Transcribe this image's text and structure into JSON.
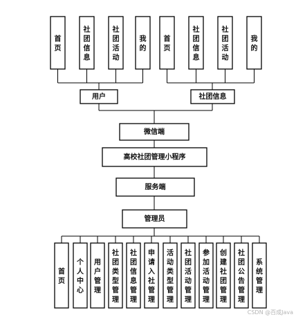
{
  "top_left_pages": [
    "首页",
    "社团信息",
    "社团活动",
    "我的"
  ],
  "top_right_pages": [
    "首页",
    "社团信息",
    "社团活动",
    "我的"
  ],
  "user_label": "用户",
  "club_info_label": "社团信息",
  "client_label": "微信端",
  "app_label": "高校社团管理小程序",
  "server_label": "服务端",
  "admin_label": "管理员",
  "admin_modules": [
    "首页",
    "个人中心",
    "用户管理",
    "社团类型管理",
    "社团信息管理",
    "申请入社管理",
    "活动类型管理",
    "社团活动管理",
    "参加活动管理",
    "创建社团管理",
    "社团公告管理",
    "系统管理"
  ],
  "watermark": "CSDN @百成Java"
}
